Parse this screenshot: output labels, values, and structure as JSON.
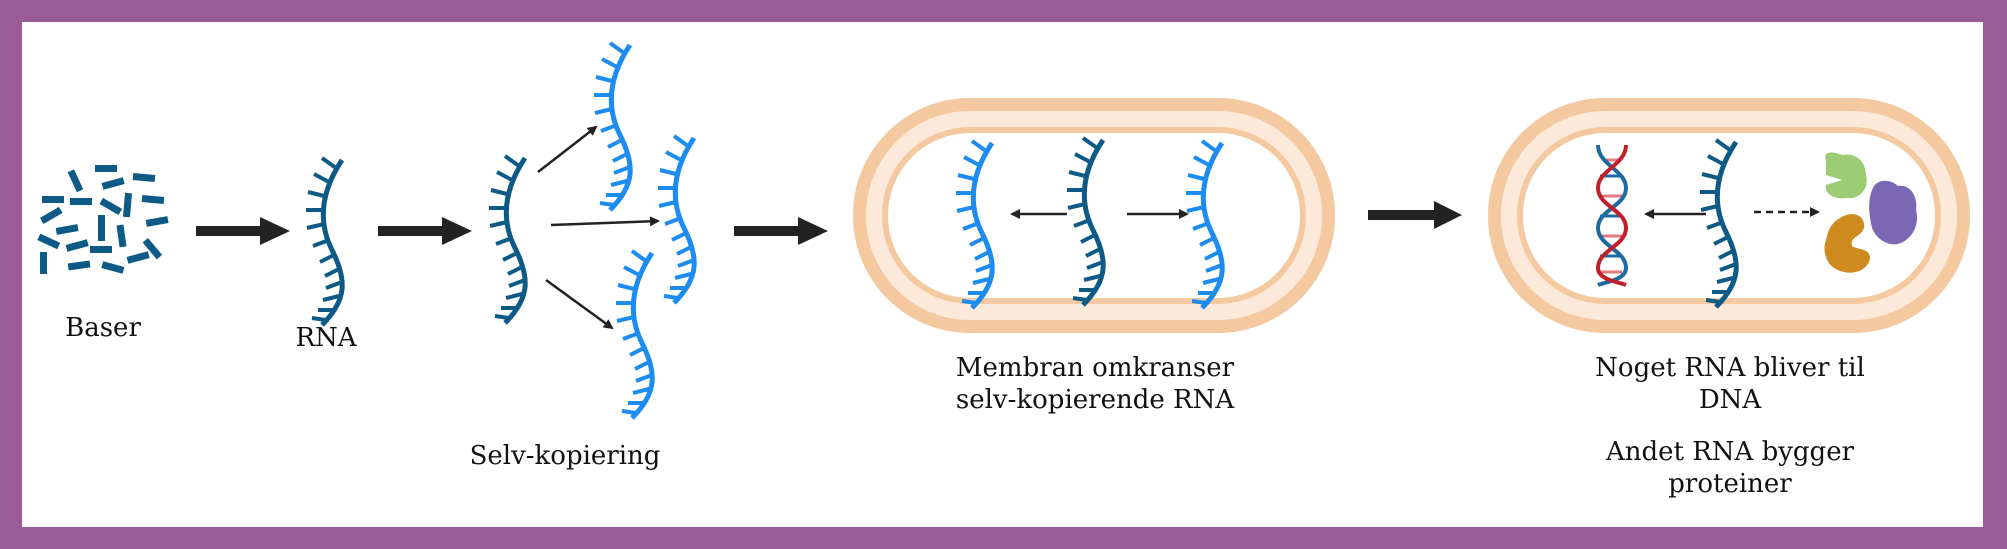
{
  "colors": {
    "border": "#9b5b96",
    "background": "#ffffff",
    "rna_dark": "#0e5a86",
    "rna_light": "#1c8cf0",
    "bases": "#0e5a86",
    "arrow": "#222222",
    "membrane_outer": "#f4c9a0",
    "membrane_inner": "#fde9da",
    "dna_red": "#c0202a",
    "dna_blue": "#1c6aa0",
    "protein_green": "#9ccc73",
    "protein_purple": "#7b68b4",
    "protein_orange": "#cf8a20"
  },
  "steps": [
    {
      "id": "bases",
      "label": "Baser"
    },
    {
      "id": "rna",
      "label": "RNA"
    },
    {
      "id": "self-copy",
      "label": "Selv-kopiering"
    },
    {
      "id": "membrane",
      "label_lines": [
        "Membran omkranser",
        "selv-kopierende RNA"
      ]
    },
    {
      "id": "dna-protein",
      "label_lines": [
        "Noget RNA bliver til",
        "DNA"
      ],
      "label2_lines": [
        "Andet RNA bygger",
        "proteiner"
      ]
    }
  ]
}
